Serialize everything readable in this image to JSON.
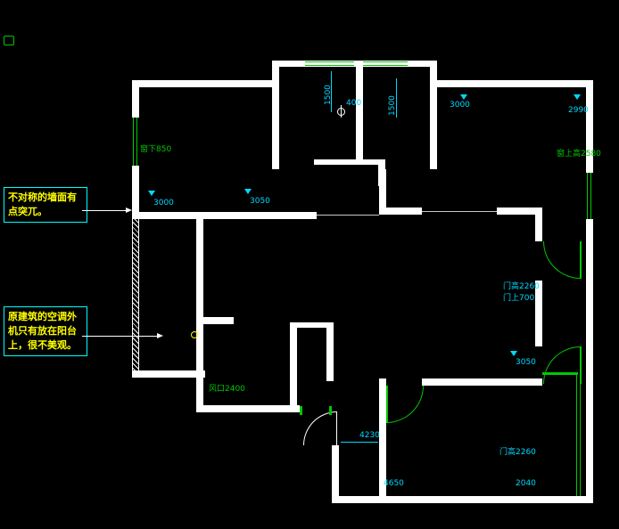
{
  "colors": {
    "background": "#000000",
    "wall": "#ffffff",
    "dimension": "#00d8ff",
    "window_door": "#00c800",
    "note_text": "#ffff00",
    "note_border": "#00ffff"
  },
  "notes": {
    "note1": {
      "line1": "不对称的墙面有",
      "line2": "点突兀。"
    },
    "note2": {
      "line1": "原建筑的空调外",
      "line2": "机只有放在阳台",
      "line3": "上，很不美观。"
    }
  },
  "dimensions": {
    "balcony_width_left": "1500",
    "balcony_gap": "400",
    "balcony_width_right": "1500",
    "top_right_room_width": "3000",
    "top_right_wall": "2990",
    "left_room_width": "3000",
    "kitchen_width": "3050",
    "living_room_width": "3050",
    "foyer_width": "4230",
    "bottom_room_width": "4650",
    "bottom_right_width": "2040"
  },
  "labels": {
    "window_sill": "窗下850",
    "window_head": "窗上高2580",
    "vent": "风口2400",
    "door_height_upper": "门高2260",
    "door_top": "门上700",
    "door_height_lower": "门高2260"
  }
}
